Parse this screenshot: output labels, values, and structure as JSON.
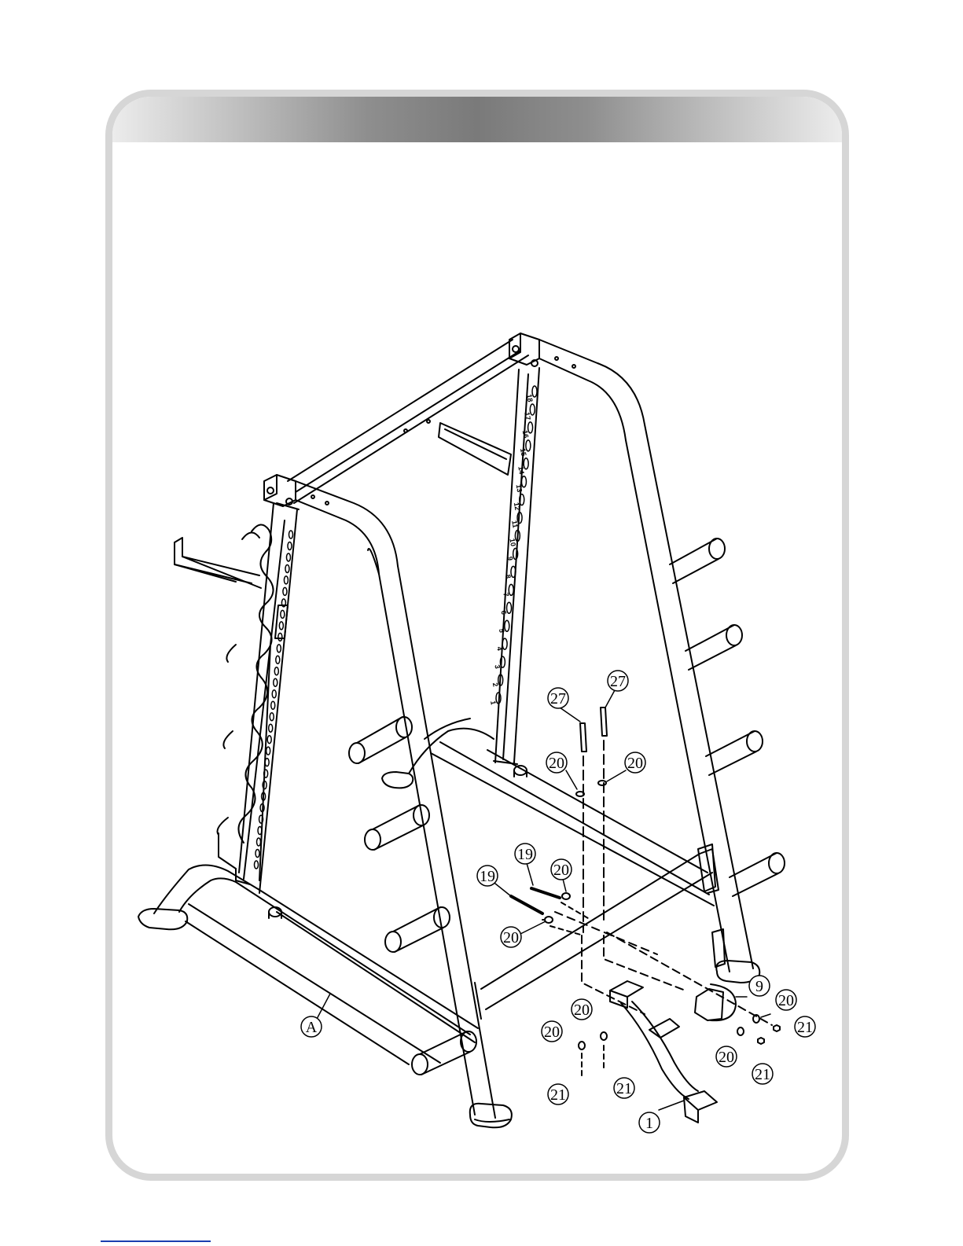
{
  "header": {
    "title": ""
  },
  "diagram": {
    "frame_label": "A",
    "callouts": [
      {
        "id": "callout-27-left",
        "text": "27"
      },
      {
        "id": "callout-27-right",
        "text": "27"
      },
      {
        "id": "callout-20-a",
        "text": "20"
      },
      {
        "id": "callout-20-b",
        "text": "20"
      },
      {
        "id": "callout-19-a",
        "text": "19"
      },
      {
        "id": "callout-19-b",
        "text": "19"
      },
      {
        "id": "callout-20-c",
        "text": "20"
      },
      {
        "id": "callout-20-d",
        "text": "20"
      },
      {
        "id": "callout-9",
        "text": "9"
      },
      {
        "id": "callout-20-e",
        "text": "20"
      },
      {
        "id": "callout-21-a",
        "text": "21"
      },
      {
        "id": "callout-20-f",
        "text": "20"
      },
      {
        "id": "callout-21-b",
        "text": "21"
      },
      {
        "id": "callout-20-g",
        "text": "20"
      },
      {
        "id": "callout-20-h",
        "text": "20"
      },
      {
        "id": "callout-21-c",
        "text": "21"
      },
      {
        "id": "callout-21-d",
        "text": "21"
      },
      {
        "id": "callout-1",
        "text": "1"
      }
    ],
    "rear_scale": [
      "18",
      "17",
      "16",
      "15",
      "14",
      "13",
      "12",
      "11",
      "10",
      "9",
      "8",
      "7",
      "6",
      "5",
      "4",
      "3",
      "2",
      "1"
    ]
  }
}
